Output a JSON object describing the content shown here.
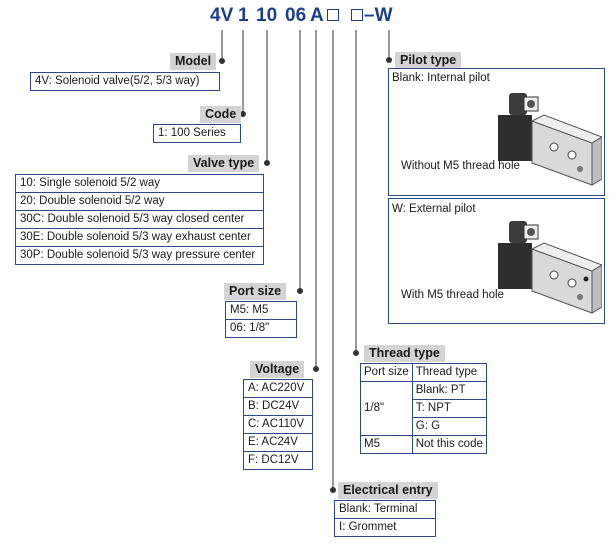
{
  "code": {
    "prefix": "4V",
    "series": "1",
    "valve": "10",
    "port": "06",
    "voltage": "A",
    "pilot": "–W"
  },
  "model": {
    "title": "Model",
    "value": "4V: Solenoid valve(5/2, 5/3 way)"
  },
  "code_section": {
    "title": "Code",
    "value": "1: 100 Series"
  },
  "valve_type": {
    "title": "Valve type",
    "items": [
      "10: Single solenoid 5/2 way",
      "20: Double solenoid 5/2 way",
      "30C: Double solenoid 5/3 way closed center",
      "30E: Double solenoid 5/3 way exhaust center",
      "30P: Double solenoid 5/3 way pressure center"
    ]
  },
  "port_size": {
    "title": "Port size",
    "items": [
      "M5: M5",
      "06: 1/8\""
    ]
  },
  "voltage": {
    "title": "Voltage",
    "items": [
      "A: AC220V",
      "B: DC24V",
      "C: AC110V",
      "E: AC24V",
      "F: DC12V"
    ]
  },
  "thread_type": {
    "title": "Thread type",
    "header": [
      "Port size",
      "Thread type"
    ],
    "port_1_8": "1/8\"",
    "types_1_8": [
      "Blank: PT",
      "T: NPT",
      "G: G"
    ],
    "port_m5": "M5",
    "type_m5": "Not this code"
  },
  "electrical_entry": {
    "title": "Electrical entry",
    "items": [
      "Blank: Terminal",
      "I: Grommet"
    ]
  },
  "pilot_type": {
    "title": "Pilot type",
    "internal": {
      "label": "Blank: Internal pilot",
      "caption": "Without M5 thread hole"
    },
    "external": {
      "label": "W: External pilot",
      "caption": "With M5 thread hole"
    }
  },
  "colors": {
    "code_blue": "#1b3f8f",
    "border_blue": "#2b4a8b",
    "label_gray": "#d4d4d4"
  }
}
